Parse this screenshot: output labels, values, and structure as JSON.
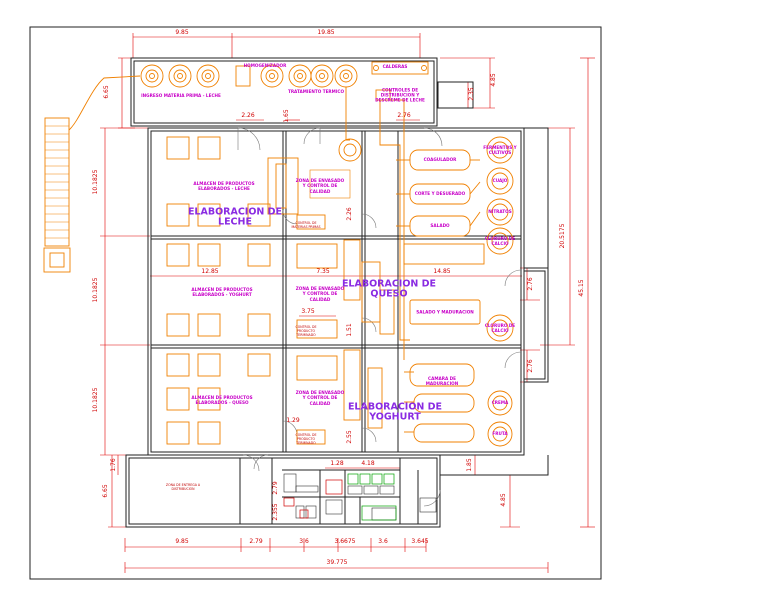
{
  "plan": {
    "areas": {
      "ingreso": "INGRESO MATERIA PRIMA - LECHE",
      "homogenizador": "HOMOGENIZADOR",
      "tratamiento": "TRATAMIENTO TERMICO",
      "calderas": "CALDERAS",
      "controles": "CONTROLES DE DISTRIBUCION Y DESCREME DE LECHE",
      "alm_leche": "ALMACEN DE PRODUCTOS ELABORADOS - LECHE",
      "alm_yoghurt": "ALMACEN DE PRODUCTOS ELABORADOS - YOGHURT",
      "alm_queso": "ALMACEN DE PRODUCTOS ELABORADOS - QUESO",
      "env1": "ZONA DE ENVASADO Y CONTROL DE CALIDAD",
      "env2": "ZONA DE ENVASADO Y CONTROL DE CALIDAD",
      "env3": "ZONA DE ENVASADO Y CONTROL DE CALIDAD",
      "elab_leche": "ELABORACION DE LECHE",
      "elab_queso": "ELABORACION DE QUESO",
      "elab_yoghurt": "ELABORACION DE YOGHURT",
      "coagulador": "COAGULADOR",
      "corte": "CORTE Y DESUERADO",
      "salado": "SALADO",
      "fermentos": "FERMENTOS Y CULTIVOS",
      "cuajo": "CUAJO",
      "nitratos": "NITRATOS",
      "cloruro1": "CLORURO DE CALCIO",
      "cloruro2": "CLORURO DE CALCIO",
      "salado_mad": "SALADO Y MADURACION",
      "camara": "CAMARA DE MADURACION",
      "crema": "CREMA",
      "fruta": "FRUTA"
    },
    "small_labels": {
      "distribucion": "ZONA DE ENTREGA A DISTRIBUCION",
      "control1": "CONTROL DE MATERIAS PRIMAS",
      "control2": "CONTROL DE PRODUCTO TERMINADO",
      "control3": "CONTROL DE PRODUCTO TERMINADO"
    },
    "dimensions": {
      "top_left": "9.85",
      "top_right": "19.85",
      "top_right_v": "4.85",
      "left_top": "6.65",
      "corridor1": "2.26",
      "corridor2": "1.65",
      "corridor3": "2.76",
      "ctrl_v": "2.35",
      "left_row1": "10.1825",
      "left_row2": "10.1825",
      "left_row3": "10.1825",
      "left_bottom": "6.65",
      "left_small": "1.76",
      "right_total": "45.15",
      "right_upper": "20.5175",
      "right_d1": "2.76",
      "right_d2": "2.76",
      "right_bottom": "1.85",
      "right_lower": "4.85",
      "mid1": "12.85",
      "mid2": "7.35",
      "mid3": "14.85",
      "mid4": "3.75",
      "mid5": "1.51",
      "mid6": "2.26",
      "mid7": "1.29",
      "mid8": "2.55",
      "mid9": "1.28",
      "mid10": "4.18",
      "small_v": "2.79",
      "small_v2": "2.355",
      "bottom1": "9.85",
      "bottom2": "2.79",
      "bottom3": "3.6",
      "bottom4": "3.6675",
      "bottom5": "3.6",
      "bottom6": "3.645",
      "total": "39.775"
    }
  }
}
